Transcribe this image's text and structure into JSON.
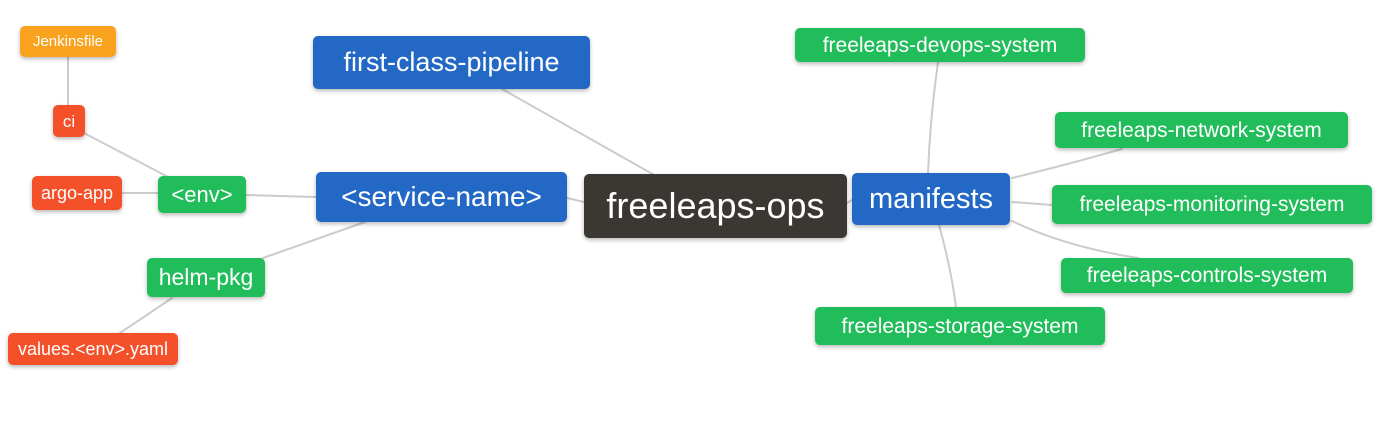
{
  "palette": {
    "orange": "#f9a21e",
    "red": "#f4502a",
    "green": "#22bd5b",
    "blue": "#2268c4",
    "dark": "#3b3834",
    "edge_line": "#cccccc",
    "text": "#ffffff",
    "background": "#ffffff"
  },
  "mindmap": {
    "root": {
      "label": "freeleaps-ops",
      "color": "dark"
    },
    "nodes": {
      "jenkinsfile": {
        "label": "Jenkinsfile",
        "color": "orange"
      },
      "ci": {
        "label": "ci",
        "color": "red"
      },
      "argo_app": {
        "label": "argo-app",
        "color": "red"
      },
      "env": {
        "label": "<env>",
        "color": "green"
      },
      "first_class_pipeline": {
        "label": "first-class-pipeline",
        "color": "blue"
      },
      "service_name": {
        "label": "<service-name>",
        "color": "blue"
      },
      "manifests": {
        "label": "manifests",
        "color": "blue"
      },
      "devops_system": {
        "label": "freeleaps-devops-system",
        "color": "green"
      },
      "network_system": {
        "label": "freeleaps-network-system",
        "color": "green"
      },
      "monitoring_system": {
        "label": "freeleaps-monitoring-system",
        "color": "green"
      },
      "controls_system": {
        "label": "freeleaps-controls-system",
        "color": "green"
      },
      "storage_system": {
        "label": "freeleaps-storage-system",
        "color": "green"
      },
      "helm_pkg": {
        "label": "helm-pkg",
        "color": "green"
      },
      "values_env_yaml": {
        "label": "values.<env>.yaml",
        "color": "red"
      }
    },
    "edges": [
      {
        "from": "jenkinsfile",
        "to": "ci"
      },
      {
        "from": "ci",
        "to": "env"
      },
      {
        "from": "argo_app",
        "to": "env"
      },
      {
        "from": "env",
        "to": "service_name"
      },
      {
        "from": "helm_pkg",
        "to": "service_name"
      },
      {
        "from": "values_env_yaml",
        "to": "helm_pkg"
      },
      {
        "from": "first_class_pipeline",
        "to": "freeleaps_ops"
      },
      {
        "from": "service_name",
        "to": "freeleaps_ops"
      },
      {
        "from": "freeleaps_ops",
        "to": "manifests"
      },
      {
        "from": "manifests",
        "to": "devops_system"
      },
      {
        "from": "manifests",
        "to": "network_system"
      },
      {
        "from": "manifests",
        "to": "monitoring_system"
      },
      {
        "from": "manifests",
        "to": "controls_system"
      },
      {
        "from": "manifests",
        "to": "storage_system"
      }
    ]
  }
}
